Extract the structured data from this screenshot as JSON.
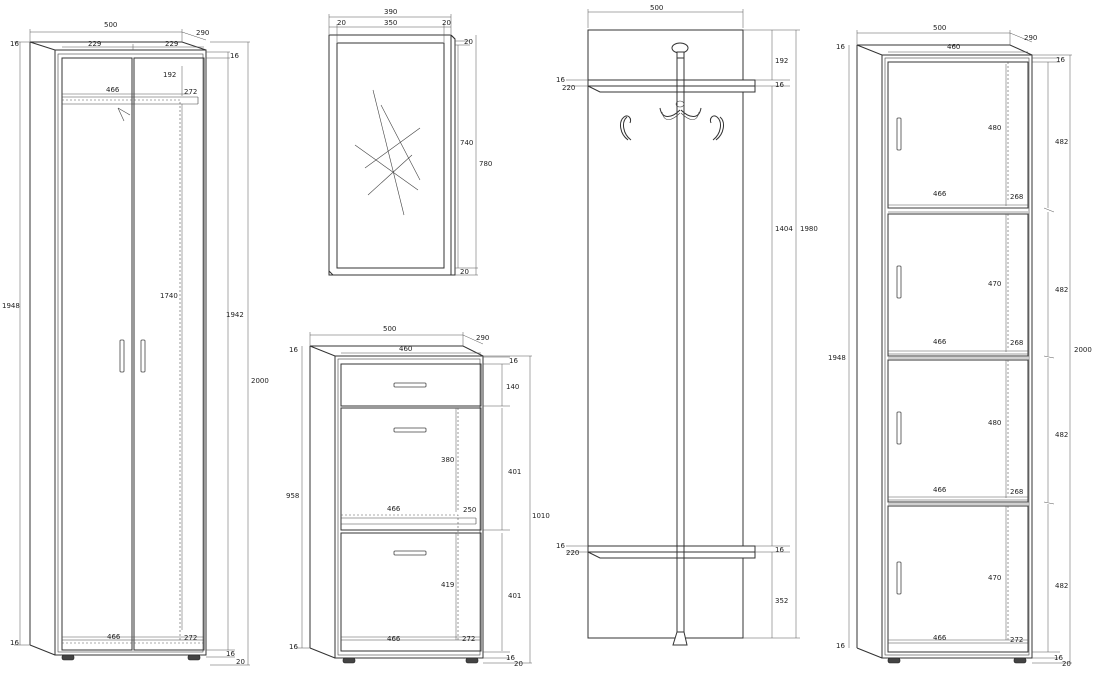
{
  "wardrobe": {
    "width": "500",
    "depth": "290",
    "top": "16",
    "door_left": "229",
    "door_right": "229",
    "shelf_gap": "192",
    "shelf_16": "16",
    "shelf_depth": "272",
    "shelf_width": "466",
    "height_total": "2000",
    "height_inner": "1942",
    "side_height": "1948",
    "door_height": "1740",
    "bottom_width": "466",
    "bottom_depth": "272",
    "bottom_16a": "16",
    "bottom_16b": "16",
    "plinth": "20"
  },
  "mirror": {
    "width": "390",
    "frame_l": "20",
    "inner": "350",
    "frame_r": "20",
    "frame_top": "20",
    "inner_h": "740",
    "height": "780",
    "frame_bottom": "20"
  },
  "shoe": {
    "width": "500",
    "depth": "290",
    "top": "16",
    "inner_w": "460",
    "top_16": "16",
    "drawer_h": "140",
    "comp1_h": "380",
    "comp1_outer": "401",
    "shelf_w": "466",
    "shelf_d": "250",
    "height_total": "1010",
    "side_h": "958",
    "comp2_h": "419",
    "comp2_outer": "401",
    "bottom_w": "466",
    "bottom_d": "272",
    "bottom_16a": "16",
    "bottom_16b": "16",
    "plinth": "20"
  },
  "hanger": {
    "width": "500",
    "shelf_thick_top": "16",
    "shelf_depth_top": "220",
    "top_gap": "192",
    "top_shelf_16": "16",
    "mid_h": "1404",
    "height": "1980",
    "shelf_thick_bot": "16",
    "shelf_depth_bot": "220",
    "bot_shelf_16": "16",
    "bottom_h": "352"
  },
  "cabinet": {
    "width": "500",
    "depth": "290",
    "top": "16",
    "inner_w": "460",
    "top_16": "16",
    "c1_h": "480",
    "c1_outer": "482",
    "s1_w": "466",
    "s1_d": "268",
    "c2_h": "470",
    "c2_outer": "482",
    "s2_w": "466",
    "s2_d": "268",
    "c3_h": "480",
    "c3_outer": "482",
    "s3_w": "466",
    "s3_d": "268",
    "c4_h": "470",
    "c4_outer": "482",
    "height_total": "2000",
    "side_h": "1948",
    "bottom_w": "466",
    "bottom_d": "272",
    "bottom_16a": "16",
    "bottom_16b": "16",
    "plinth": "20"
  }
}
